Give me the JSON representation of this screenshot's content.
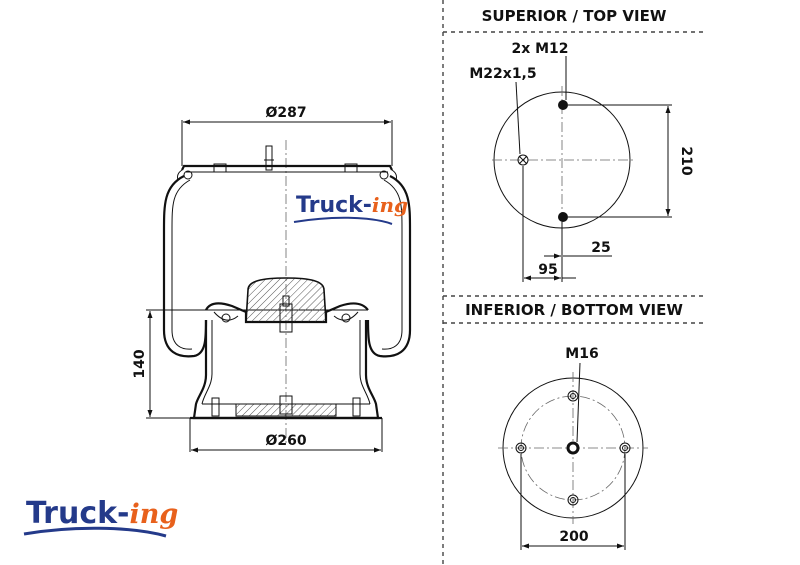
{
  "headings": {
    "top_view": "SUPERIOR / TOP VIEW",
    "bottom_view": "INFERIOR / BOTTOM VIEW"
  },
  "side_view": {
    "top_diameter": "Ø287",
    "bottom_diameter": "Ø260",
    "height": "140"
  },
  "top_view": {
    "studs": "2x M12",
    "air_inlet": "M22x1,5",
    "stud_spacing": "210",
    "offset_small": "25",
    "offset_large": "95"
  },
  "bottom_view": {
    "thread": "M16",
    "diameter": "200"
  },
  "brand": {
    "main": "Truck-",
    "suffix": "ing"
  },
  "colors": {
    "brand_blue": "#243a8a",
    "brand_orange": "#e8611c",
    "hatch": "#777777"
  }
}
